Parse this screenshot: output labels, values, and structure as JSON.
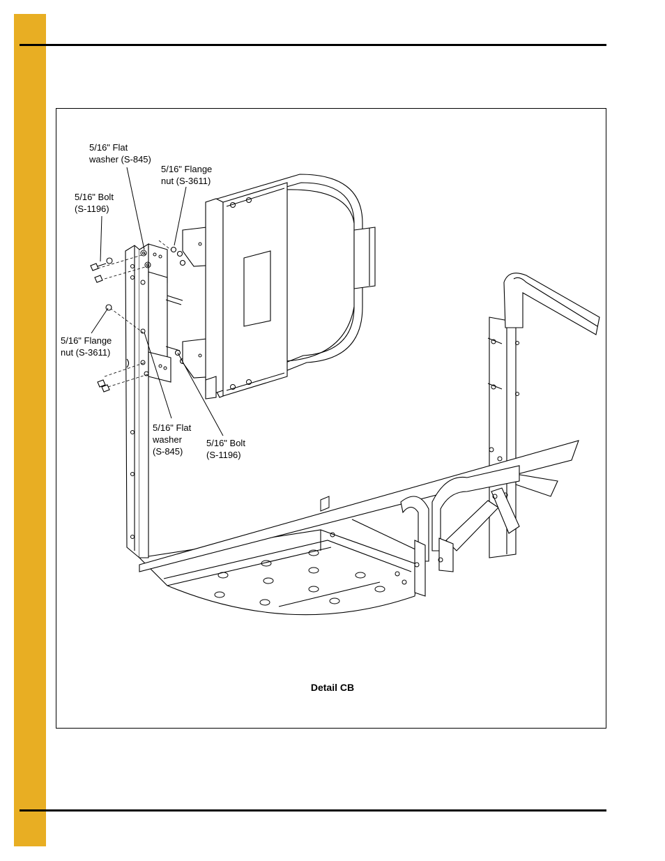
{
  "page": {
    "accent_color": "#E8AE23"
  },
  "figure": {
    "caption": "Detail CB",
    "callouts": [
      {
        "id": "flat-washer-top",
        "text": "5/16\" Flat\nwasher (S-845)"
      },
      {
        "id": "flange-nut-top",
        "text": "5/16\" Flange\nnut (S-3611)"
      },
      {
        "id": "bolt-top",
        "text": "5/16\" Bolt\n(S-1196)"
      },
      {
        "id": "flange-nut-left",
        "text": "5/16\" Flange\nnut (S-3611)"
      },
      {
        "id": "flat-washer-bottom",
        "text": "5/16\" Flat\nwasher\n(S-845)"
      },
      {
        "id": "bolt-bottom",
        "text": "5/16\" Bolt\n(S-1196)"
      }
    ]
  }
}
